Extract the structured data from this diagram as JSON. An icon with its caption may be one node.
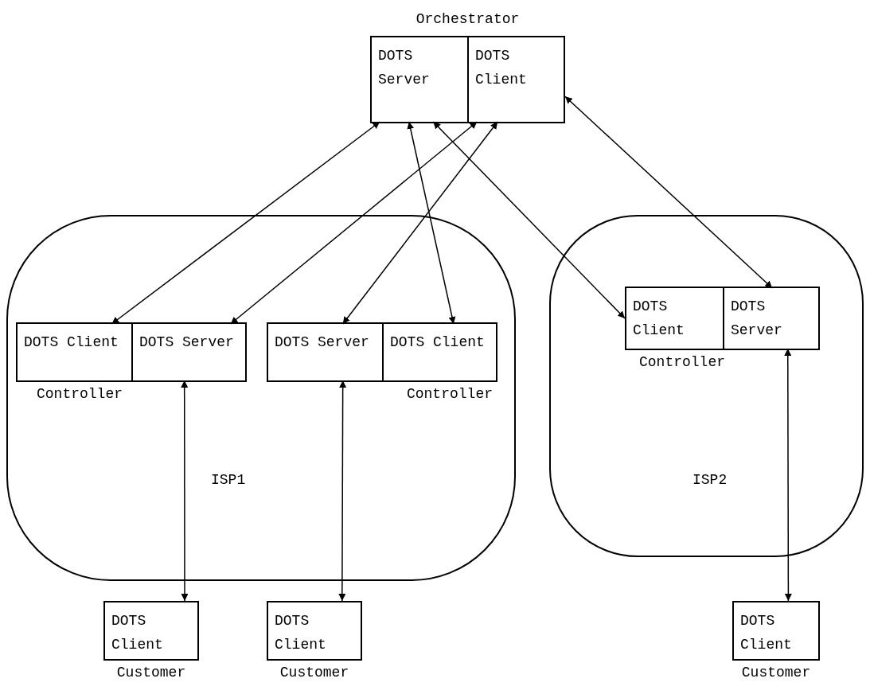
{
  "diagram": {
    "nodes": [
      {
        "text": [
          "Orchestrator"
        ]
      },
      {
        "text": [
          "DOTS Server"
        ],
        "in": 0
      },
      {
        "text": [
          "DOTS Client"
        ],
        "in": 0
      },
      {
        "text": [
          "ISP1"
        ]
      },
      {
        "text": [
          "Controller"
        ],
        "in": 3
      },
      {
        "text": [
          "DOTS Client"
        ],
        "in": 4
      },
      {
        "text": [
          "DOTS Server"
        ],
        "in": 4
      },
      {
        "text": [
          "Controller"
        ],
        "in": 3
      },
      {
        "text": [
          "DOTS Server"
        ],
        "in": 7
      },
      {
        "text": [
          "DOTS Client"
        ],
        "in": 7
      },
      {
        "text": [
          "ISP2"
        ]
      },
      {
        "text": [
          "Controller"
        ],
        "in": 10
      },
      {
        "text": [
          "DOTS Client"
        ],
        "in": 11
      },
      {
        "text": [
          "DOTS Server"
        ],
        "in": 11
      },
      {
        "text": [
          "DOTS Client"
        ],
        "beside": [
          "Customer"
        ]
      },
      {
        "text": [
          "DOTS Client"
        ],
        "beside": [
          "Customer"
        ]
      },
      {
        "text": [
          "DOTS Client"
        ],
        "beside": [
          "Customer"
        ]
      }
    ],
    "edges": [
      {
        "from": 1,
        "to": 5,
        "arrow": "both"
      },
      {
        "from": 2,
        "to": 6,
        "arrow": "both"
      },
      {
        "from": 1,
        "to": 9,
        "arrow": "both"
      },
      {
        "from": 2,
        "to": 8,
        "arrow": "both"
      },
      {
        "from": 1,
        "to": 12,
        "arrow": "both"
      },
      {
        "from": 2,
        "to": 13,
        "arrow": "both"
      },
      {
        "from": 6,
        "to": 14,
        "arrow": "both"
      },
      {
        "from": 8,
        "to": 15,
        "arrow": "both"
      },
      {
        "from": 13,
        "to": 16,
        "arrow": "both"
      }
    ]
  }
}
